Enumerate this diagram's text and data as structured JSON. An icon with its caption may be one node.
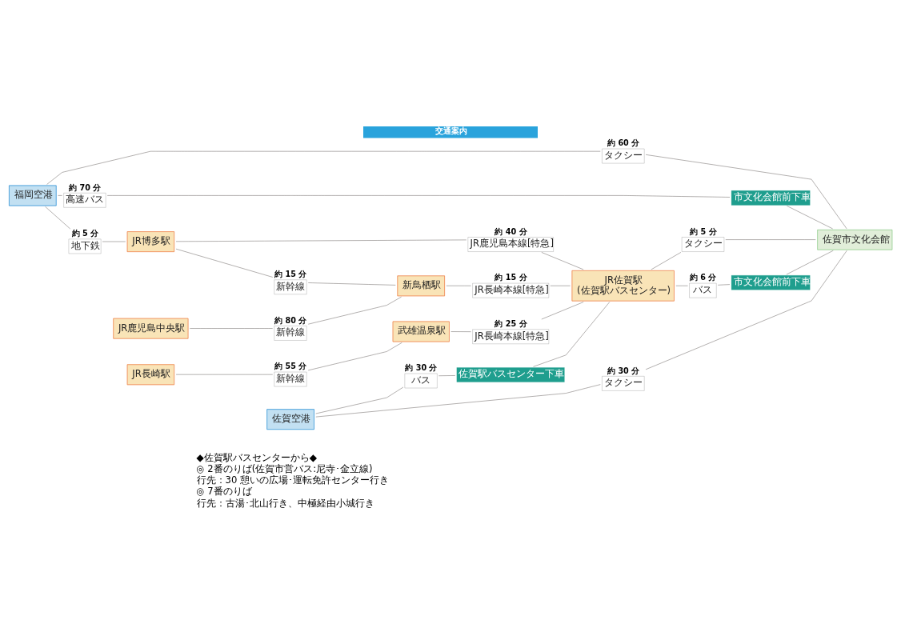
{
  "diagram": {
    "title": "交通案内",
    "nodes": [
      {
        "text": [
          "福岡空港"
        ]
      },
      {
        "text": [
          "JR博多駅"
        ]
      },
      {
        "text": [
          "JR鹿児島中央駅"
        ]
      },
      {
        "text": [
          "JR長崎駅"
        ]
      },
      {
        "text": [
          "佐賀空港"
        ]
      },
      {
        "text": [
          "新鳥栖駅"
        ]
      },
      {
        "text": [
          "武雄温泉駅"
        ]
      },
      {
        "text": [
          "JR佐賀駅",
          "(佐賀駅バスセンター)"
        ]
      },
      {
        "text": [
          "佐賀市文化会館"
        ]
      },
      {
        "text": [
          "タクシー"
        ],
        "beside": [
          "約 60 分"
        ]
      },
      {
        "text": [
          "高速バス"
        ],
        "beside": [
          "約 70 分"
        ]
      },
      {
        "text": [
          "市文化会館前下車"
        ]
      },
      {
        "text": [
          "地下鉄"
        ],
        "beside": [
          "約 5 分"
        ]
      },
      {
        "text": [
          "JR鹿児島本線[特急]"
        ],
        "beside": [
          "約 40 分"
        ]
      },
      {
        "text": [
          "新幹線"
        ],
        "beside": [
          "約 15 分"
        ]
      },
      {
        "text": [
          "新幹線"
        ],
        "beside": [
          "約 80 分"
        ]
      },
      {
        "text": [
          "JR長崎本線[特急]"
        ],
        "beside": [
          "約 15 分"
        ]
      },
      {
        "text": [
          "タクシー"
        ],
        "beside": [
          "約 5 分"
        ]
      },
      {
        "text": [
          "新幹線"
        ],
        "beside": [
          "約 55 分"
        ]
      },
      {
        "text": [
          "JR長崎本線[特急]"
        ],
        "beside": [
          "約 25 分"
        ]
      },
      {
        "text": [
          "バス"
        ],
        "beside": [
          "約 6 分"
        ]
      },
      {
        "text": [
          "市文化会館前下車"
        ]
      },
      {
        "text": [
          "バス"
        ],
        "beside": [
          "約 30 分"
        ]
      },
      {
        "text": [
          "佐賀駅バスセンター下車"
        ]
      },
      {
        "text": [
          "タクシー"
        ],
        "beside": [
          "約 30 分"
        ]
      }
    ],
    "edges": [
      {
        "from": 0,
        "to": 9,
        "arrow": "none"
      },
      {
        "from": 9,
        "to": 8,
        "arrow": "none"
      },
      {
        "from": 0,
        "to": 10,
        "arrow": "none"
      },
      {
        "from": 10,
        "to": 11,
        "arrow": "none"
      },
      {
        "from": 11,
        "to": 8,
        "arrow": "none"
      },
      {
        "from": 0,
        "to": 12,
        "arrow": "none"
      },
      {
        "from": 12,
        "to": 1,
        "arrow": "none"
      },
      {
        "from": 1,
        "to": 13,
        "arrow": "none"
      },
      {
        "from": 13,
        "to": 7,
        "arrow": "none"
      },
      {
        "from": 1,
        "to": 14,
        "arrow": "none"
      },
      {
        "from": 14,
        "to": 5,
        "arrow": "none"
      },
      {
        "from": 2,
        "to": 15,
        "arrow": "none"
      },
      {
        "from": 15,
        "to": 5,
        "arrow": "none"
      },
      {
        "from": 5,
        "to": 16,
        "arrow": "none"
      },
      {
        "from": 16,
        "to": 7,
        "arrow": "none"
      },
      {
        "from": 7,
        "to": 17,
        "arrow": "none"
      },
      {
        "from": 17,
        "to": 8,
        "arrow": "none"
      },
      {
        "from": 3,
        "to": 18,
        "arrow": "none"
      },
      {
        "from": 18,
        "to": 6,
        "arrow": "none"
      },
      {
        "from": 6,
        "to": 19,
        "arrow": "none"
      },
      {
        "from": 19,
        "to": 7,
        "arrow": "none"
      },
      {
        "from": 7,
        "to": 20,
        "arrow": "none"
      },
      {
        "from": 20,
        "to": 21,
        "arrow": "none"
      },
      {
        "from": 21,
        "to": 8,
        "arrow": "none"
      },
      {
        "from": 4,
        "to": 22,
        "arrow": "none"
      },
      {
        "from": 22,
        "to": 23,
        "arrow": "none"
      },
      {
        "from": 23,
        "to": 7,
        "arrow": "none"
      },
      {
        "from": 4,
        "to": 24,
        "arrow": "none"
      },
      {
        "from": 24,
        "to": 8,
        "arrow": "none"
      }
    ],
    "labels": [
      "◆佐賀駅バスセンターから◆",
      "◎ 2番のりば(佐賀市営バス:尼寺･金立線)",
      "行先：30 憩いの広場･運転免許センター行き",
      "◎ 7番のりば",
      "行先：古湯･北山行き、中極経由小城行き"
    ]
  }
}
